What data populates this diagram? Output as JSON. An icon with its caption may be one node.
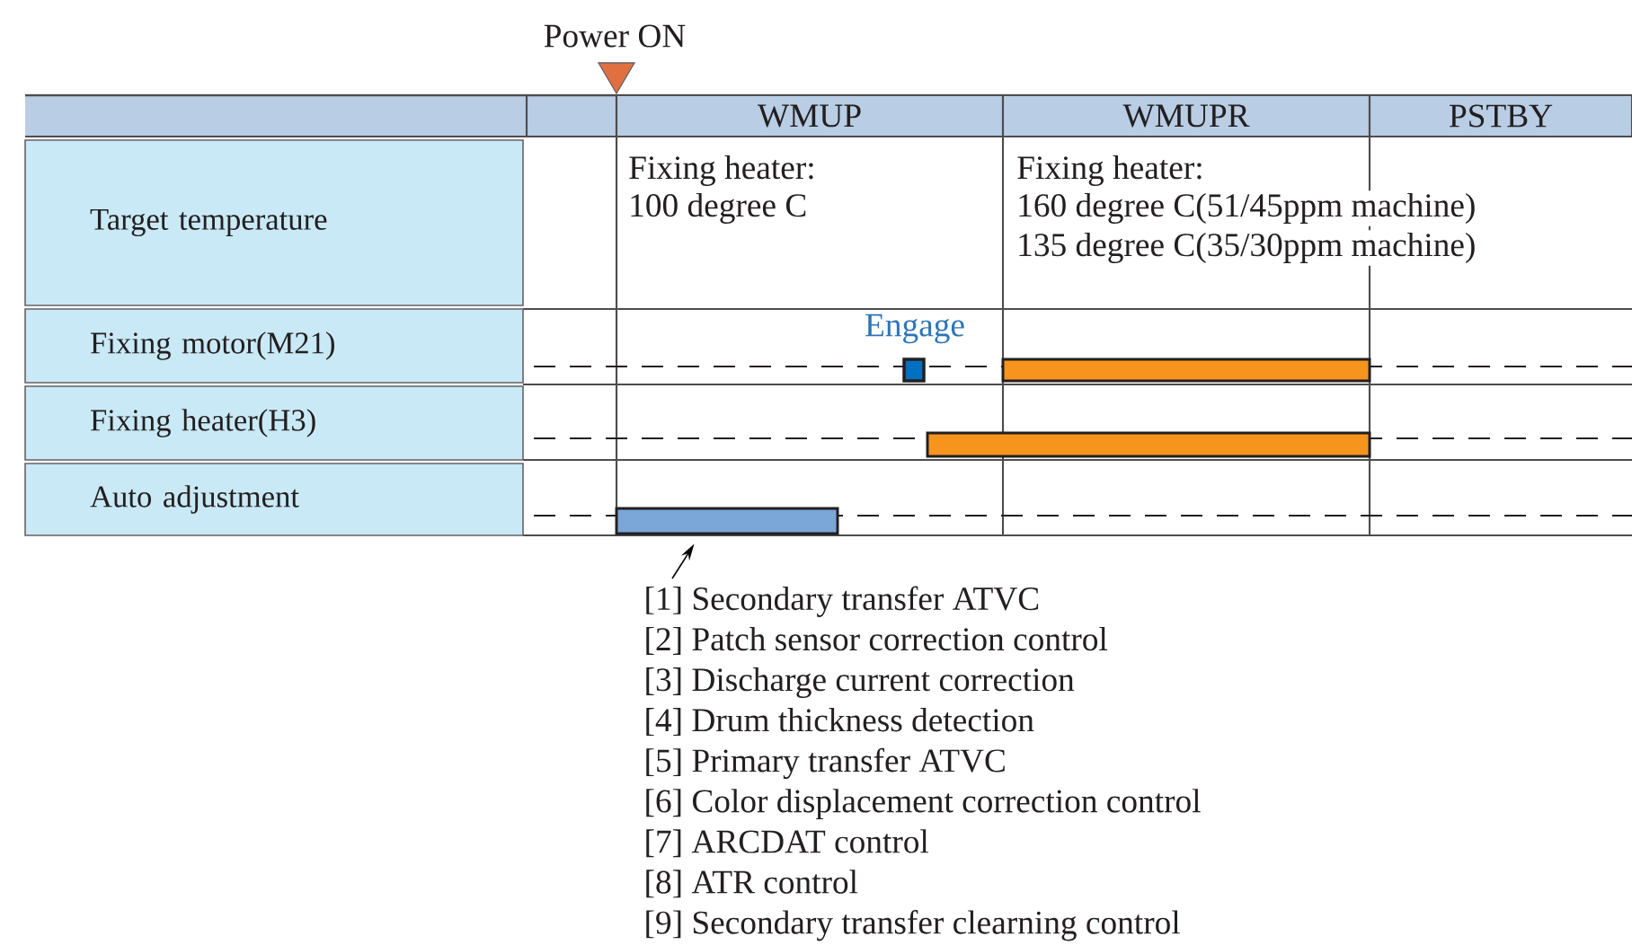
{
  "diagram": {
    "nodes": [
      {
        "text": [
          "Target temperature"
        ]
      },
      {
        "text": [
          "Fixing motor(M21)"
        ]
      },
      {
        "text": [
          "Fixing heater(H3)"
        ]
      },
      {
        "text": [
          "Auto adjustment"
        ]
      },
      {
        "text": [
          "WMUP"
        ]
      },
      {
        "text": [
          "WMUPR"
        ]
      },
      {
        "text": [
          "PSTBY"
        ]
      },
      {
        "text": [],
        "shape": "box",
        "beside": [
          "Engage"
        ]
      },
      {
        "text": [],
        "shape": "bar"
      },
      {
        "text": [],
        "shape": "bar"
      },
      {
        "text": [],
        "shape": "bar"
      },
      {
        "text": [
          "[1] Secondary transfer ATVC",
          "[2] Patch sensor correction control",
          "[3] Discharge current correction",
          "[4] Drum thickness detection",
          "[5] Primary transfer ATVC",
          "[6] Color displacement correction control",
          "[7] ARCDAT control",
          "[8] ATR control",
          "[9] Secondary transfer clearning control"
        ]
      }
    ],
    "edges": [
      {
        "from": 11,
        "to": 10,
        "arrow": "to"
      }
    ],
    "labels": [
      "Power ON",
      "Fixing heater:",
      "100 degree C",
      "Fixing heater:",
      "160 degree C(51/45ppm machine)",
      "135 degree C(35/30ppm machine)"
    ]
  }
}
